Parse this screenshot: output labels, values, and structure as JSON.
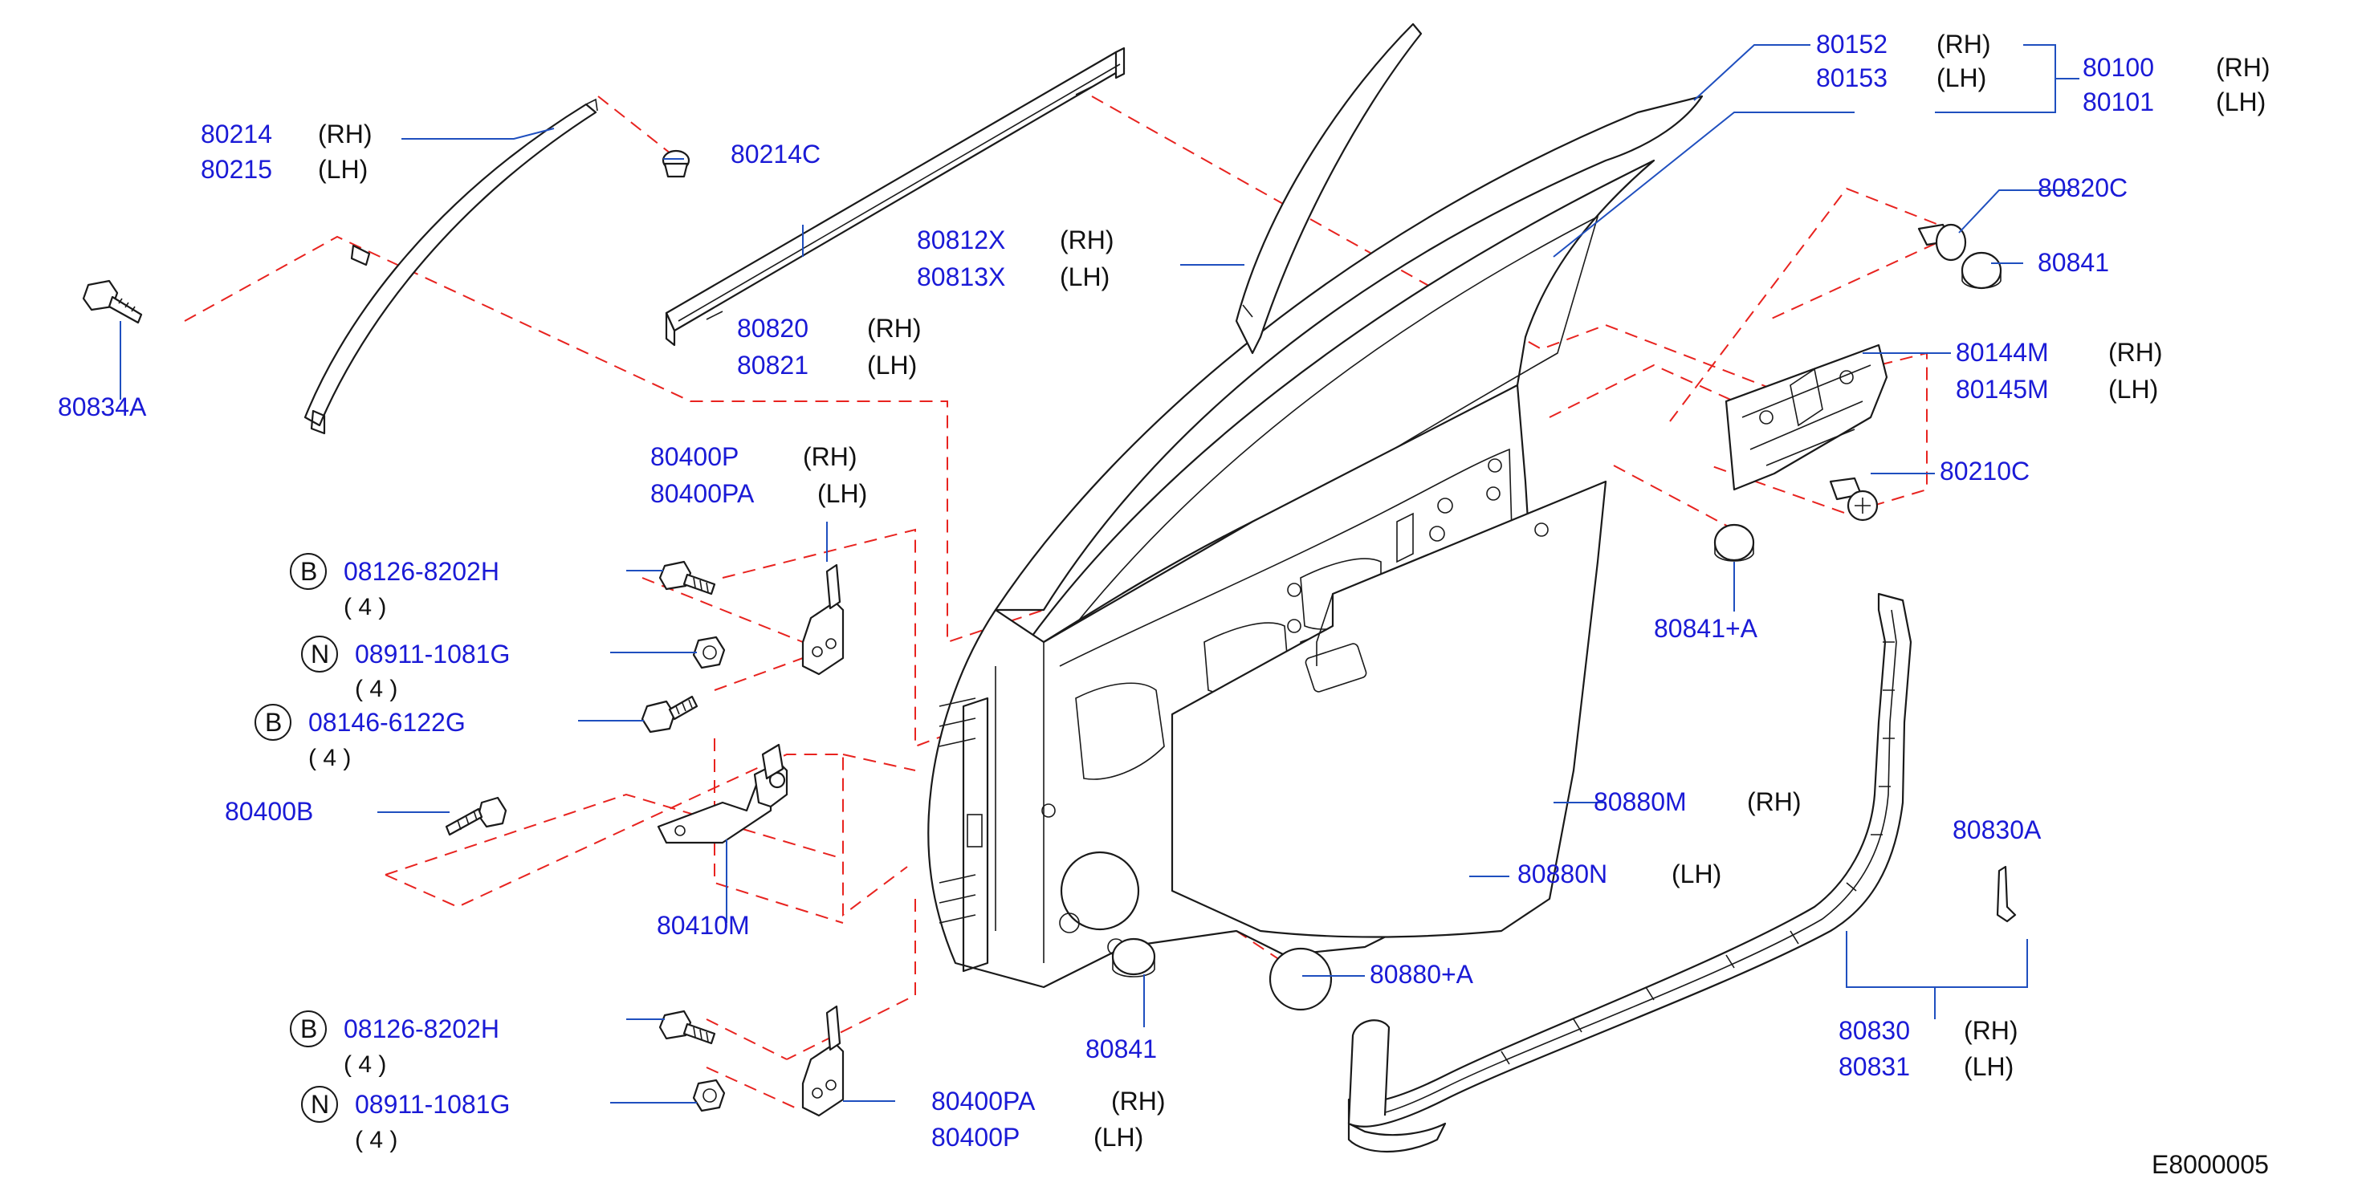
{
  "diagram": {
    "code": "E8000005",
    "colors": {
      "part_number": "#1a1ad6",
      "leader": "#1f4fbf",
      "dashed_guide": "#e8231f",
      "outline": "#1a1a1a"
    },
    "callouts": {
      "c80152": {
        "pn": "80152",
        "side": "(RH)"
      },
      "c80153": {
        "pn": "80153",
        "side": "(LH)"
      },
      "c80100": {
        "pn": "80100",
        "side": "(RH)"
      },
      "c80101": {
        "pn": "80101",
        "side": "(LH)"
      },
      "c80214": {
        "pn": "80214",
        "side": "(RH)"
      },
      "c80215": {
        "pn": "80215",
        "side": "(LH)"
      },
      "c80214C": {
        "pn": "80214C"
      },
      "c80812X": {
        "pn": "80812X",
        "side": "(RH)"
      },
      "c80813X": {
        "pn": "80813X",
        "side": "(LH)"
      },
      "c80820": {
        "pn": "80820",
        "side": "(RH)"
      },
      "c80821": {
        "pn": "80821",
        "side": "(LH)"
      },
      "c80834A": {
        "pn": "80834A"
      },
      "c80820C": {
        "pn": "80820C"
      },
      "c80841_top": {
        "pn": "80841"
      },
      "c80144M": {
        "pn": "80144M",
        "side": "(RH)"
      },
      "c80145M": {
        "pn": "80145M",
        "side": "(LH)"
      },
      "c80210C": {
        "pn": "80210C"
      },
      "c80841A": {
        "pn": "80841+A"
      },
      "c80400P_top": {
        "pn": "80400P",
        "side": "(RH)"
      },
      "c80400PA_top": {
        "pn": "80400PA",
        "side": "(LH)"
      },
      "c08126_top": {
        "badge": "B",
        "pn": "08126-8202H",
        "qty": "( 4 )"
      },
      "c08911_top": {
        "badge": "N",
        "pn": "08911-1081G",
        "qty": "( 4 )"
      },
      "c08146": {
        "badge": "B",
        "pn": "08146-6122G",
        "qty": "( 4 )"
      },
      "c80400B": {
        "pn": "80400B"
      },
      "c80410M": {
        "pn": "80410M"
      },
      "c80880M": {
        "pn": "80880M",
        "side": "(RH)"
      },
      "c80880N": {
        "pn": "80880N",
        "side": "(LH)"
      },
      "c80830A": {
        "pn": "80830A"
      },
      "c80880A": {
        "pn": "80880+A"
      },
      "c80841_bottom": {
        "pn": "80841"
      },
      "c80830": {
        "pn": "80830",
        "side": "(RH)"
      },
      "c80831": {
        "pn": "80831",
        "side": "(LH)"
      },
      "c08126_bottom": {
        "badge": "B",
        "pn": "08126-8202H",
        "qty": "( 4 )"
      },
      "c08911_bottom": {
        "badge": "N",
        "pn": "08911-1081G",
        "qty": "( 4 )"
      },
      "c80400PA_bottom": {
        "pn": "80400PA",
        "side": "(RH)"
      },
      "c80400P_bottom": {
        "pn": "80400P",
        "side": "(LH)"
      }
    },
    "parts": [
      "front-door-shell",
      "door-sash-outer",
      "door-window-glass-sealing-strip",
      "door-outside-moulding",
      "door-corner-sash-strip",
      "door-hinge-upper",
      "door-hinge-lower",
      "door-check-link",
      "door-sealing-screen",
      "weatherstrip",
      "bracket-mirror",
      "grommets-and-plugs"
    ]
  }
}
